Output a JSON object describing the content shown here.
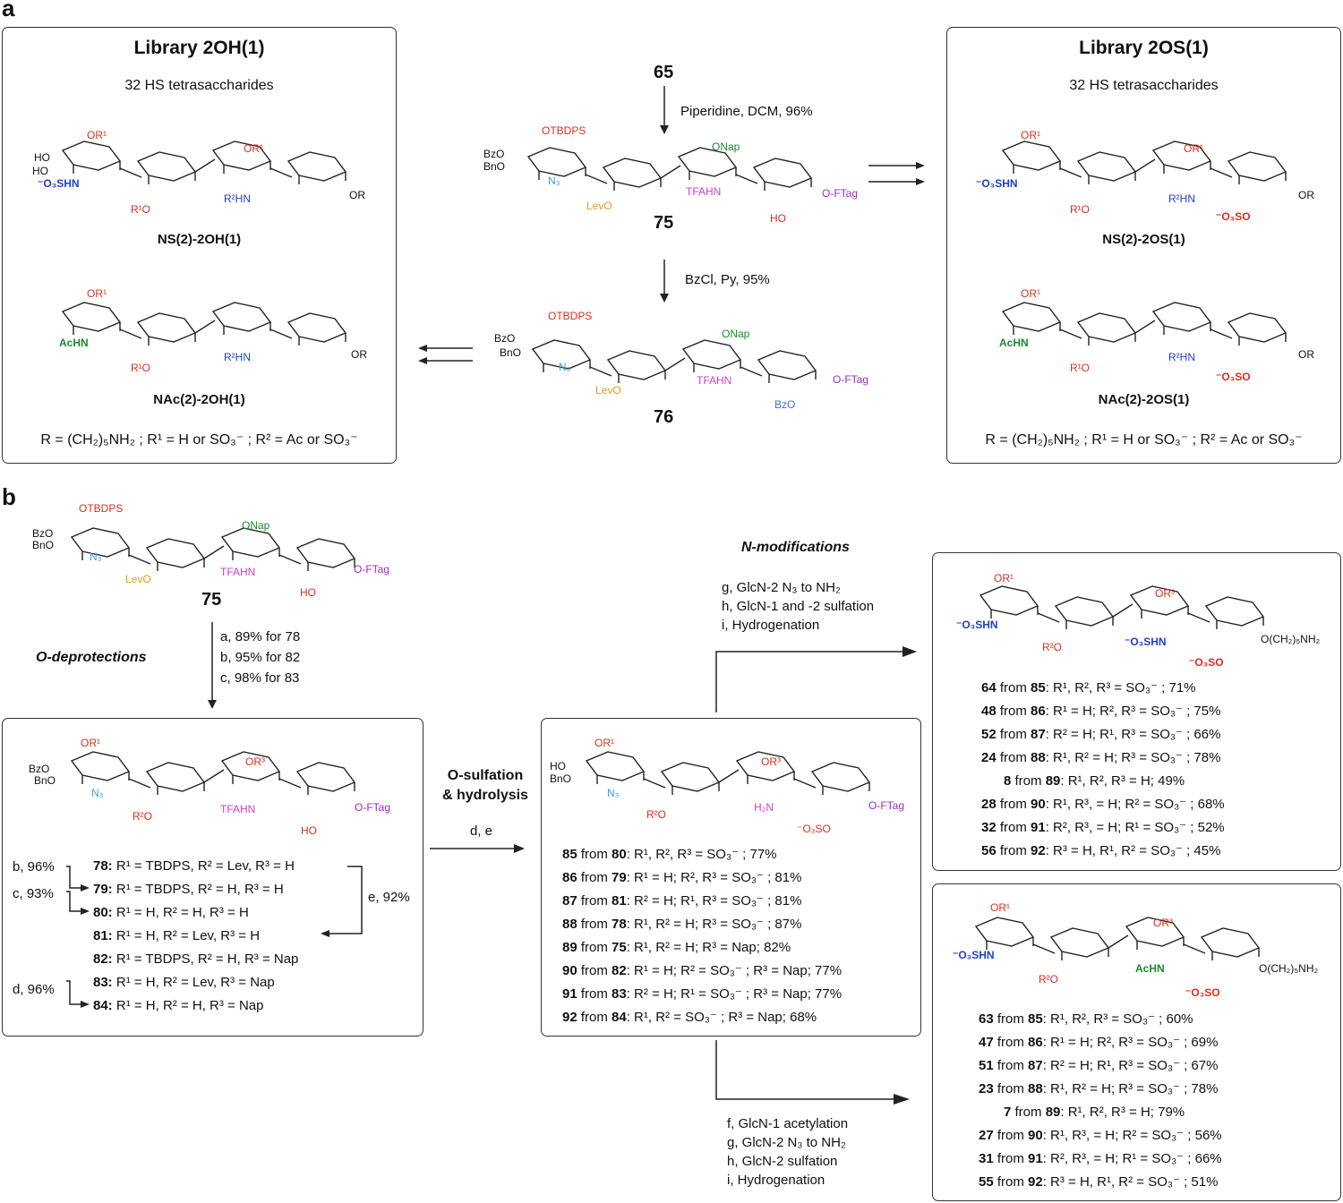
{
  "panel_a": {
    "letter": "a",
    "left_box": {
      "title": "Library 2OH(1)",
      "subtitle": "32 HS tetrasaccharides",
      "cmpd1_name": "NS(2)-2OH(1)",
      "cmpd2_name": "NAc(2)-2OH(1)",
      "definition": "R = (CH₂)₅NH₂ ; R¹ = H or SO₃⁻ ; R² = Ac or SO₃⁻"
    },
    "right_box": {
      "title": "Library 2OS(1)",
      "subtitle": "32 HS tetrasaccharides",
      "cmpd1_name": "NS(2)-2OS(1)",
      "cmpd2_name": "NAc(2)-2OS(1)",
      "definition": "R = (CH₂)₅NH₂ ; R¹ = H or SO₃⁻ ; R² = Ac or SO₃⁻"
    },
    "start_compound": "65",
    "step1": "Piperidine, DCM, 96%",
    "mid_compound": "75",
    "step2": "BzCl, Py, 95%",
    "end_compound": "76"
  },
  "panel_b": {
    "letter": "b",
    "start_compound": "75",
    "o_deprotections": "O-deprotections",
    "deprot_conditions": [
      "a, 89% for 78",
      "b, 95% for 82",
      "c, 98% for 83"
    ],
    "left_list": [
      {
        "num": "78:",
        "text": "R¹ = TBDPS, R² = Lev, R³ = H"
      },
      {
        "num": "79:",
        "text": "R¹ = TBDPS, R² = H, R³ = H"
      },
      {
        "num": "80:",
        "text": "R¹ = H, R² = H, R³ = H"
      },
      {
        "num": "81:",
        "text": "R¹ = H, R² = Lev, R³ = H"
      },
      {
        "num": "82:",
        "text": "R¹ = TBDPS, R² = H, R³ = Nap"
      },
      {
        "num": "83:",
        "text": "R¹ = H, R² = Lev, R³ = Nap"
      },
      {
        "num": "84:",
        "text": "R¹ = H, R² = H, R³ = Nap"
      }
    ],
    "side_labels": {
      "b": "b, 96%",
      "c": "c, 93%",
      "d": "d, 96%",
      "e": "e, 92%"
    },
    "o_sulfation": "O-sulfation\n& hydrolysis",
    "sulfation_conditions": "d, e",
    "middle_list": [
      {
        "num": "85",
        "text": " from ",
        "src": "80",
        "rest": ": R¹, R², R³ = SO₃⁻ ; 77%"
      },
      {
        "num": "86",
        "text": " from ",
        "src": "79",
        "rest": ": R¹ = H; R², R³ = SO₃⁻ ; 81%"
      },
      {
        "num": "87",
        "text": " from ",
        "src": "81",
        "rest": ": R² = H; R¹, R³ = SO₃⁻ ; 81%"
      },
      {
        "num": "88",
        "text": " from ",
        "src": "78",
        "rest": ": R¹, R² = H; R³ = SO₃⁻ ; 87%"
      },
      {
        "num": "89",
        "text": " from ",
        "src": "75",
        "rest": ": R¹, R² = H; R³ = Nap; 82%"
      },
      {
        "num": "90",
        "text": " from ",
        "src": "82",
        "rest": ": R¹ = H; R² = SO₃⁻ ; R³ = Nap; 77%"
      },
      {
        "num": "91",
        "text": " from ",
        "src": "83",
        "rest": ": R² = H; R¹ = SO₃⁻ ; R³ = Nap; 77%"
      },
      {
        "num": "92",
        "text": " from ",
        "src": "84",
        "rest": ": R¹, R² = SO₃⁻ ; R³ = Nap; 68%"
      }
    ],
    "n_modifications": "N-modifications",
    "upper_conditions": [
      "g, GlcN-2 N₃ to NH₂",
      "h, GlcN-1 and -2 sulfation",
      "i, Hydrogenation"
    ],
    "lower_conditions": [
      "f, GlcN-1 acetylation",
      "g, GlcN-2 N₃ to NH₂",
      "h, GlcN-2 sulfation",
      "i, Hydrogenation"
    ],
    "upper_list": [
      {
        "num": "64",
        "src": "85",
        "rest": ": R¹, R², R³ = SO₃⁻ ; 71%"
      },
      {
        "num": "48",
        "src": "86",
        "rest": ": R¹ = H; R², R³ = SO₃⁻ ; 75%"
      },
      {
        "num": "52",
        "src": "87",
        "rest": ": R² = H; R¹, R³ = SO₃⁻ ; 66%"
      },
      {
        "num": "24",
        "src": "88",
        "rest": ": R¹, R² = H; R³ = SO₃⁻ ; 78%"
      },
      {
        "num": "8",
        "src": "89",
        "rest": ": R¹, R², R³ = H; 49%"
      },
      {
        "num": "28",
        "src": "90",
        "rest": ": R¹, R³, = H; R² = SO₃⁻ ; 68%"
      },
      {
        "num": "32",
        "src": "91",
        "rest": ": R², R³, = H; R¹ = SO₃⁻ ; 52%"
      },
      {
        "num": "56",
        "src": "92",
        "rest": ": R³ = H, R¹, R² = SO₃⁻ ; 45%"
      }
    ],
    "lower_list": [
      {
        "num": "63",
        "src": "85",
        "rest": ": R¹, R², R³ = SO₃⁻ ; 60%"
      },
      {
        "num": "47",
        "src": "86",
        "rest": ": R¹ = H; R², R³ = SO₃⁻ ; 69%"
      },
      {
        "num": "51",
        "src": "87",
        "rest": ": R² = H; R¹, R³ = SO₃⁻ ; 67%"
      },
      {
        "num": "23",
        "src": "88",
        "rest": ": R¹, R² = H; R³ = SO₃⁻ ; 78%"
      },
      {
        "num": "7",
        "src": "89",
        "rest": ": R¹, R², R³ = H; 79%"
      },
      {
        "num": "27",
        "src": "90",
        "rest": ": R¹, R³, = H; R² = SO₃⁻ ; 56%"
      },
      {
        "num": "31",
        "src": "91",
        "rest": ": R², R³, = H; R¹ = SO₃⁻ ; 66%"
      },
      {
        "num": "55",
        "src": "92",
        "rest": ": R³ = H, R¹, R² = SO₃⁻ ; 51%"
      }
    ]
  },
  "from_word": "from",
  "colors": {
    "red": "#d9301e",
    "blue": "#1d3fd4",
    "green": "#1c8a2c",
    "orange": "#e89a1c",
    "magenta": "#d13bd0",
    "purple": "#9a2ec2",
    "cyan": "#3a9fd8"
  }
}
